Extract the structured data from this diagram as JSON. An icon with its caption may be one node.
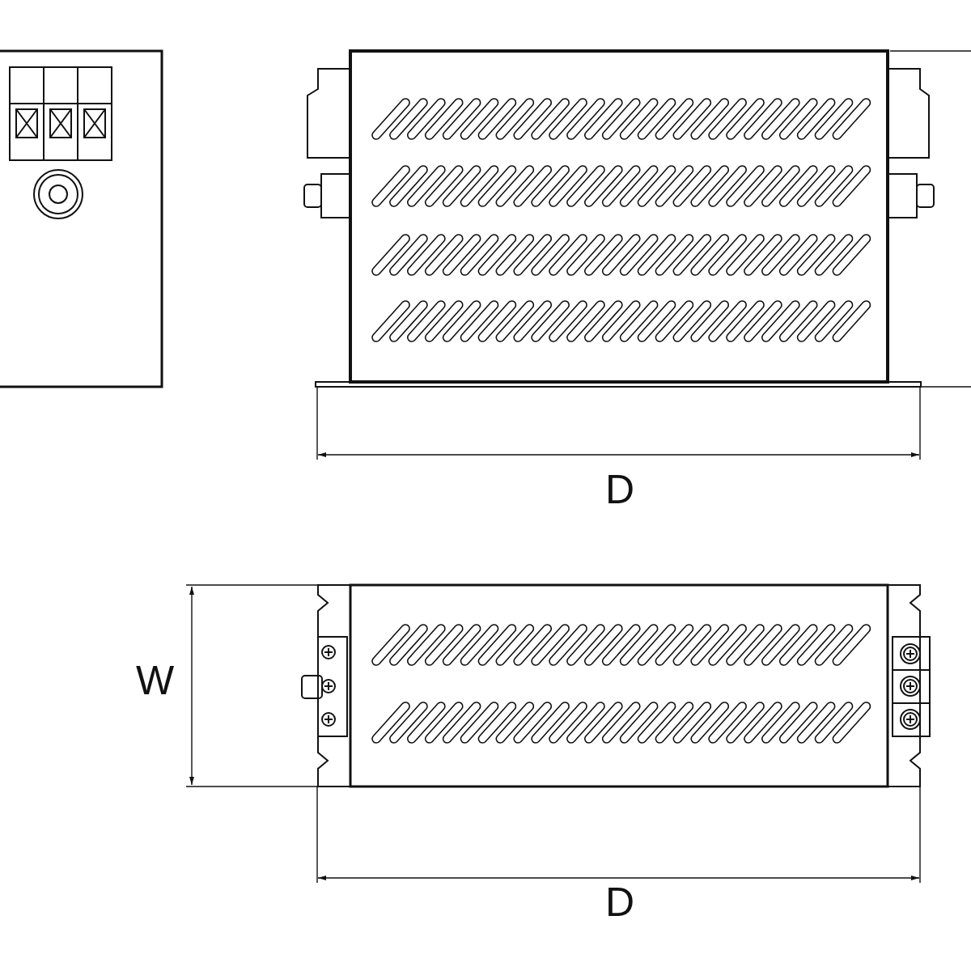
{
  "diagram": {
    "labels": [
      "D",
      "W",
      "D"
    ]
  }
}
